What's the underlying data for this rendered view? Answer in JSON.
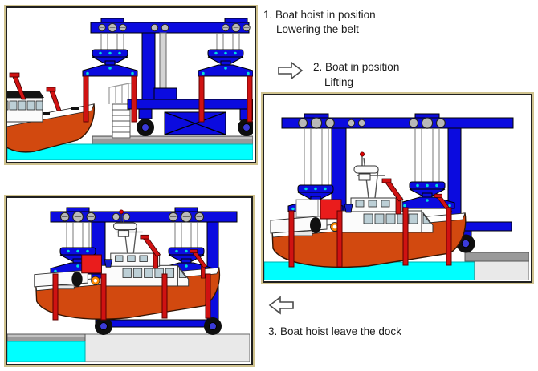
{
  "steps": {
    "step1": {
      "line1": "1. Boat hoist in position",
      "line2": "Lowering the belt"
    },
    "step2": {
      "line1": "2. Boat in position",
      "line2": "Lifting"
    },
    "step3": {
      "line1": "3. Boat hoist leave the dock"
    }
  },
  "icons": {
    "step2_arrow": "arrow-right-icon",
    "step3_arrow": "arrow-left-icon"
  },
  "colors": {
    "crane_blue": "#0b0bdf",
    "strap_red": "#d01212",
    "redbox": "#ea1c1c",
    "hull_orange": "#d2490f",
    "water_cyan": "#00ffff",
    "dock_gray": "#9a9a9a",
    "dock_light": "#c2c2c2",
    "land_gray": "#e9e9e9",
    "window_blue": "#bccfd6",
    "dot_cyan": "#00dcdc",
    "pulley_gray": "#b9b9b9",
    "wheel_hub": "#3b3bd8",
    "panel_border": "#1f1f1f",
    "panel_outline": "#cfc28e",
    "arrow_stroke": "#4a4a4a",
    "text": "#1b1b1b"
  }
}
